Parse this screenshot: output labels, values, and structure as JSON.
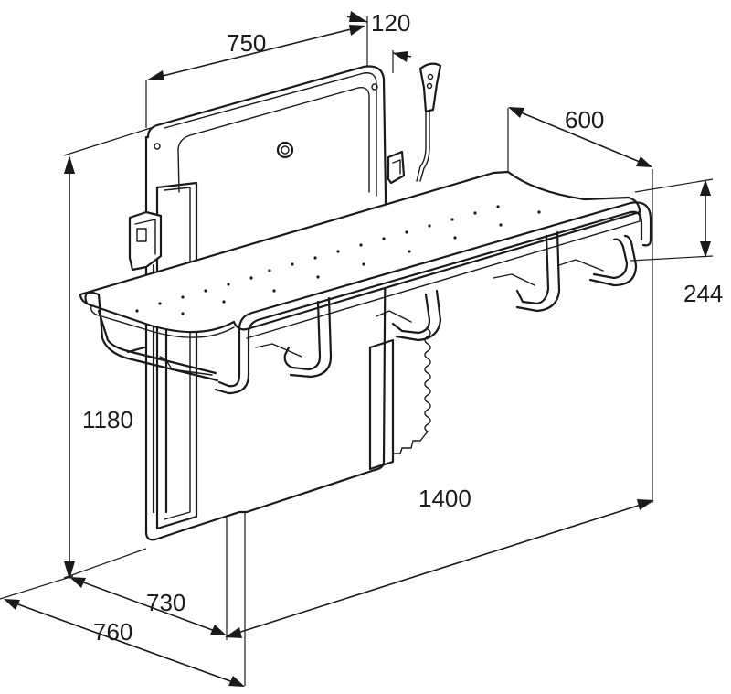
{
  "diagram": {
    "dimensions": {
      "width_750": "750",
      "depth_120": "120",
      "depth_600": "600",
      "height_244": "244",
      "height_1180": "1180",
      "length_1400": "1400",
      "depth_730": "730",
      "depth_760": "760"
    }
  }
}
